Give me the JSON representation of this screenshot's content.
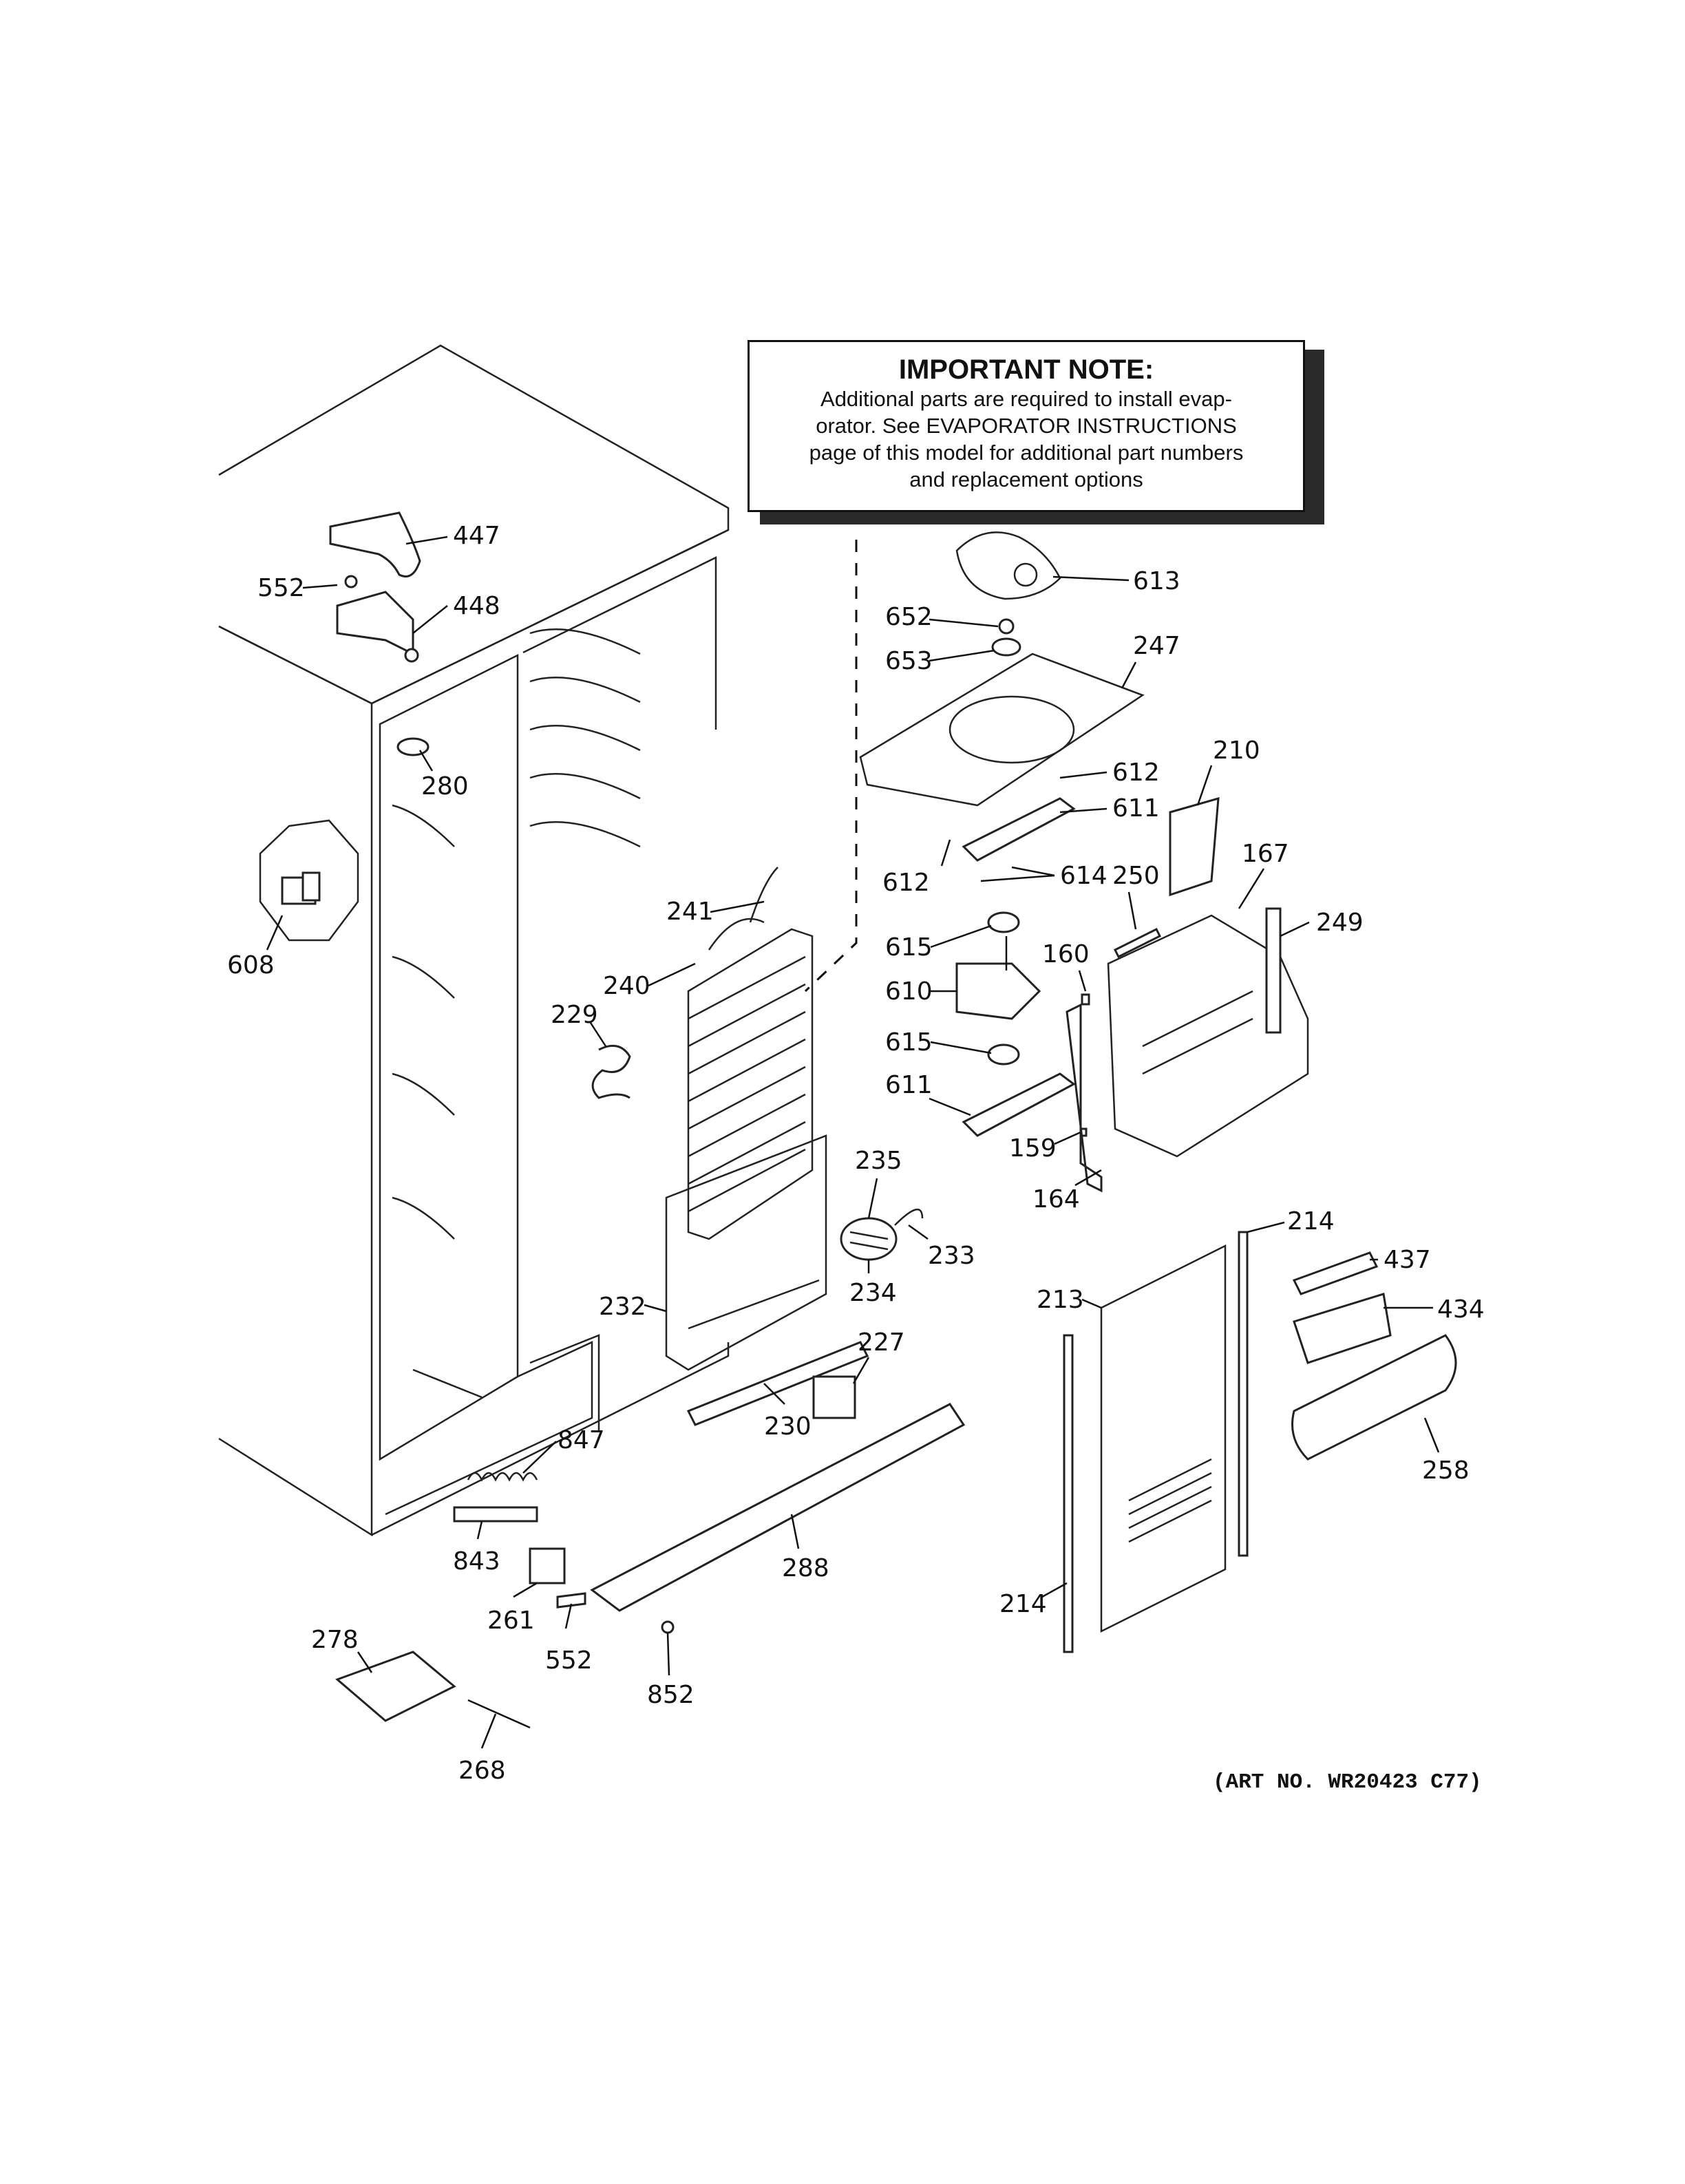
{
  "note": {
    "title": "IMPORTANT NOTE:",
    "lines": [
      "Additional parts are required to install evap-",
      "orator.  See EVAPORATOR INSTRUCTIONS",
      "page of this model for additional part numbers",
      "and replacement options"
    ]
  },
  "art_number": "(ART NO. WR20423 C77)",
  "part_labels": [
    "447",
    "552",
    "448",
    "280",
    "608",
    "241",
    "240",
    "229",
    "613",
    "652",
    "653",
    "247",
    "612",
    "611",
    "612",
    "614",
    "210",
    "167",
    "250",
    "249",
    "615",
    "610",
    "160",
    "615",
    "611",
    "159",
    "164",
    "235",
    "233",
    "234",
    "232",
    "227",
    "230",
    "847",
    "843",
    "261",
    "552",
    "288",
    "852",
    "278",
    "268",
    "214",
    "213",
    "214",
    "437",
    "434",
    "258"
  ]
}
